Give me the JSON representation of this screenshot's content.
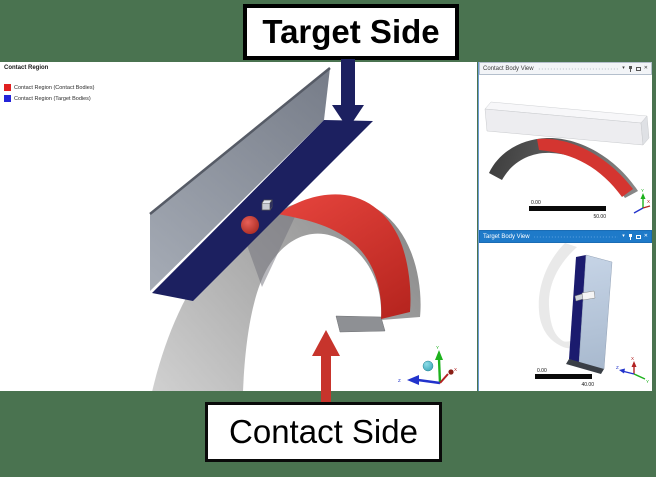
{
  "slide": {
    "background_color": "#4a7350"
  },
  "annotations": {
    "target_side": "Target Side",
    "contact_side": "Contact Side"
  },
  "main_view": {
    "legend": {
      "title": "Contact Region",
      "items": [
        {
          "label": "Contact Region (Contact Bodies)",
          "color": "#e02020"
        },
        {
          "label": "Contact Region (Target Bodies)",
          "color": "#2424d8"
        }
      ]
    }
  },
  "panels": [
    {
      "title": "Contact Body View",
      "scale": {
        "start": "0.00",
        "end": "50.00"
      }
    },
    {
      "title": "Target Body View",
      "scale": {
        "start": "0.00",
        "end": "40.00"
      }
    }
  ],
  "window_controls": {
    "dropdown_glyph": "▾",
    "close_glyph": "✕"
  },
  "triad_labels": {
    "x": "X",
    "y": "Y",
    "z": "Z"
  },
  "colors": {
    "target_navy": "#1c2060",
    "contact_red": "#d03028",
    "beam_gray": "#868c98",
    "panel_header_blue": "#1e7ac9",
    "plank_light_blue": "#b9c9de",
    "annotation_arrow_red": "#c7342c"
  }
}
